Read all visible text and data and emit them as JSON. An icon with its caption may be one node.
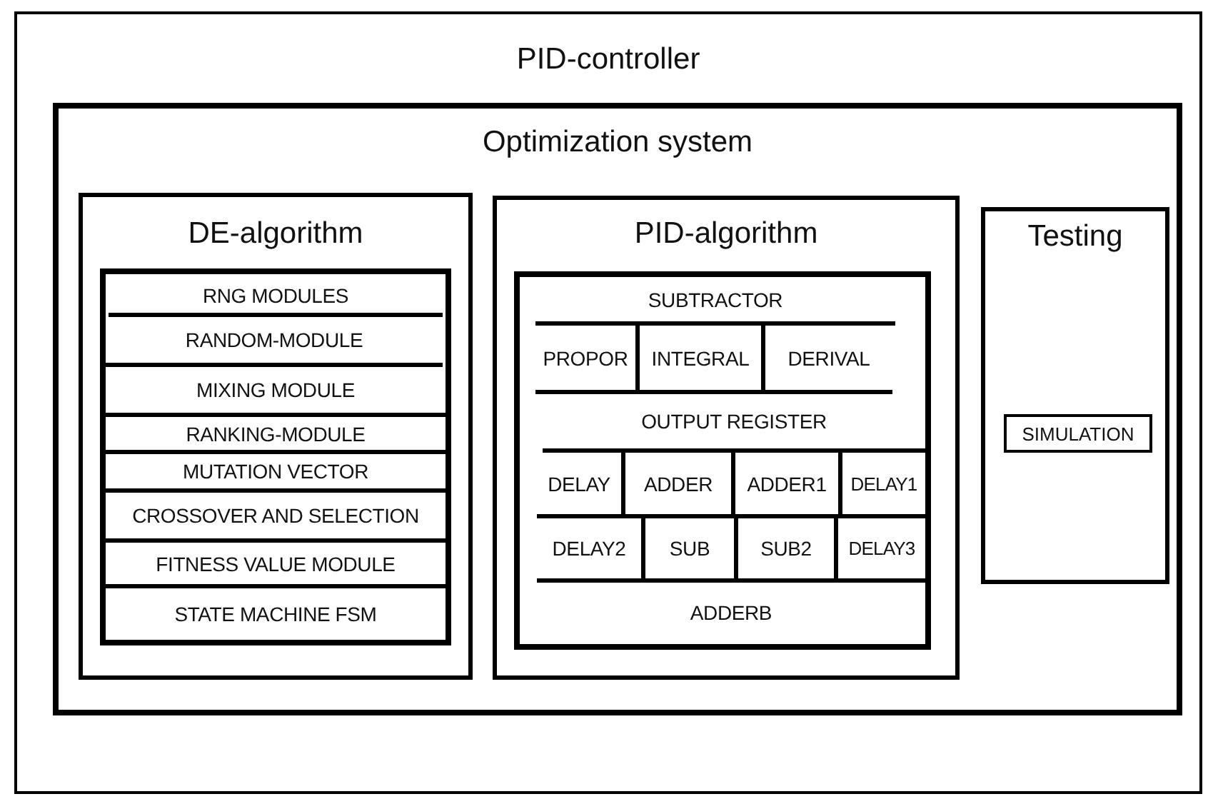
{
  "diagram": {
    "nodes": [
      {
        "text": [
          "PID-controller"
        ]
      },
      {
        "text": [
          "Optimization system"
        ],
        "in": 0
      },
      {
        "text": [
          "DE-algorithm"
        ],
        "in": 1
      },
      {
        "text": [],
        "shape": "box",
        "in": 2
      },
      {
        "text": [
          "RNG MODULES"
        ],
        "in": 3
      },
      {
        "text": [
          "RANDOM-MODULE"
        ],
        "in": 3
      },
      {
        "text": [
          "MIXING MODULE"
        ],
        "in": 3
      },
      {
        "text": [
          "RANKING-MODULE"
        ],
        "in": 3
      },
      {
        "text": [
          "MUTATION VECTOR"
        ],
        "in": 3
      },
      {
        "text": [
          "CROSSOVER AND SELECTION"
        ],
        "in": 3
      },
      {
        "text": [
          "FITNESS VALUE MODULE"
        ],
        "in": 3
      },
      {
        "text": [
          "STATE MACHINE FSM"
        ],
        "in": 3
      },
      {
        "text": [
          "PID-algorithm"
        ],
        "in": 1
      },
      {
        "text": [],
        "shape": "box",
        "in": 12
      },
      {
        "text": [
          "SUBTRACTOR"
        ],
        "in": 13
      },
      {
        "text": [
          "PROPOR"
        ],
        "in": 13
      },
      {
        "text": [
          "INTEGRAL"
        ],
        "in": 13
      },
      {
        "text": [
          "DERIVAL"
        ],
        "in": 13
      },
      {
        "text": [
          "OUTPUT REGISTER"
        ],
        "in": 13
      },
      {
        "text": [
          "DELAY"
        ],
        "in": 13
      },
      {
        "text": [
          "ADDER"
        ],
        "in": 13
      },
      {
        "text": [
          "ADDER1"
        ],
        "in": 13
      },
      {
        "text": [
          "DELAY1"
        ],
        "in": 13
      },
      {
        "text": [
          "DELAY2"
        ],
        "in": 13
      },
      {
        "text": [
          "SUB"
        ],
        "in": 13
      },
      {
        "text": [
          "SUB2"
        ],
        "in": 13
      },
      {
        "text": [
          "DELAY3"
        ],
        "in": 13
      },
      {
        "text": [
          "ADDERB"
        ],
        "in": 13
      },
      {
        "text": [
          "Testing"
        ],
        "in": 1
      },
      {
        "text": [
          "SIMULATION"
        ],
        "in": 28
      }
    ]
  }
}
